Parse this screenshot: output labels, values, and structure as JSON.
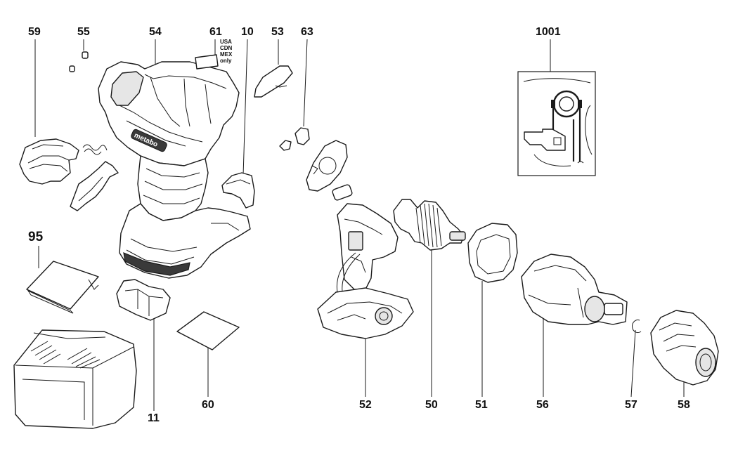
{
  "labels": {
    "p59": "59",
    "p55": "55",
    "p54": "54",
    "p61": "61",
    "p10": "10",
    "p53": "53",
    "p63": "63",
    "p1001": "1001",
    "p95": "95",
    "p11": "11",
    "p60": "60",
    "p52": "52",
    "p50": "50",
    "p51": "51",
    "p56": "56",
    "p57": "57",
    "p58": "58"
  },
  "region_note": [
    "USA",
    "CDN",
    "MEX",
    "only"
  ],
  "brand_text": "metabo"
}
